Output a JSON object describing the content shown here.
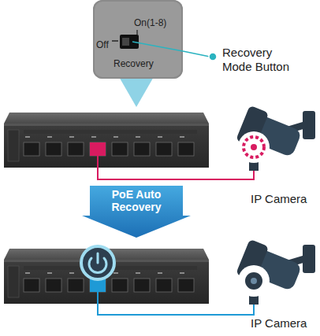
{
  "diagram": {
    "nodes": [
      {
        "text": [
          "On(1-8)",
          "Off",
          "Recovery"
        ]
      },
      {
        "text": [
          "PoE Auto Recovery"
        ]
      }
    ],
    "labels": [
      "Recovery Mode Button",
      "IP Camera",
      "IP Camera"
    ]
  }
}
